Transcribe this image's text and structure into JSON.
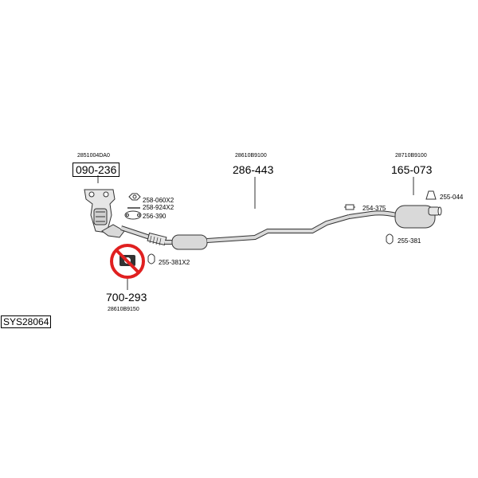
{
  "system": {
    "code": "SYS28064"
  },
  "parts": {
    "catalyst": {
      "oem": "2851004DA0",
      "number": "090-236"
    },
    "centre": {
      "oem": "28610B9100",
      "number": "286-443"
    },
    "rear": {
      "oem": "28710B9100",
      "number": "165-073"
    },
    "front_pipe": {
      "oem": "28610B9150",
      "number": "700-293"
    }
  },
  "hardware": {
    "nut": "258-060X2",
    "stud": "258-924X2",
    "gasket": "256-390",
    "mount_front": "255-381X2",
    "clamp": "254-375",
    "bracket_rear": "255-044",
    "mount_rear": "255-381"
  },
  "colors": {
    "line": "#333333",
    "pipe_fill": "#d9d9d9",
    "prohibited": "#e02020"
  }
}
